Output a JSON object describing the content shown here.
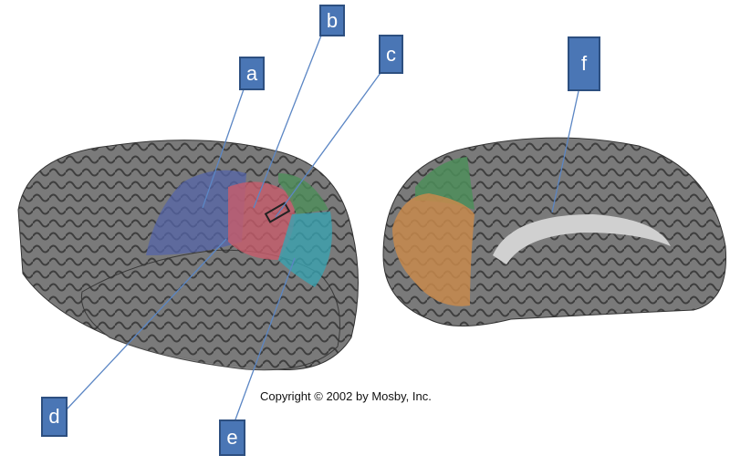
{
  "labels": {
    "a": "a",
    "b": "b",
    "c": "c",
    "d": "d",
    "e": "e",
    "f": "f"
  },
  "copyright": "Copyright © 2002 by Mosby, Inc.",
  "colors": {
    "label_fill": "#4a76b5",
    "blue_region": "#5566aa",
    "red_region": "#c85c6c",
    "green_region": "#4e8e5a",
    "cyan_region": "#3aa3b0",
    "orange_region": "#c88a4c",
    "brain": "#707070",
    "leader_line": "#5b86c4"
  }
}
